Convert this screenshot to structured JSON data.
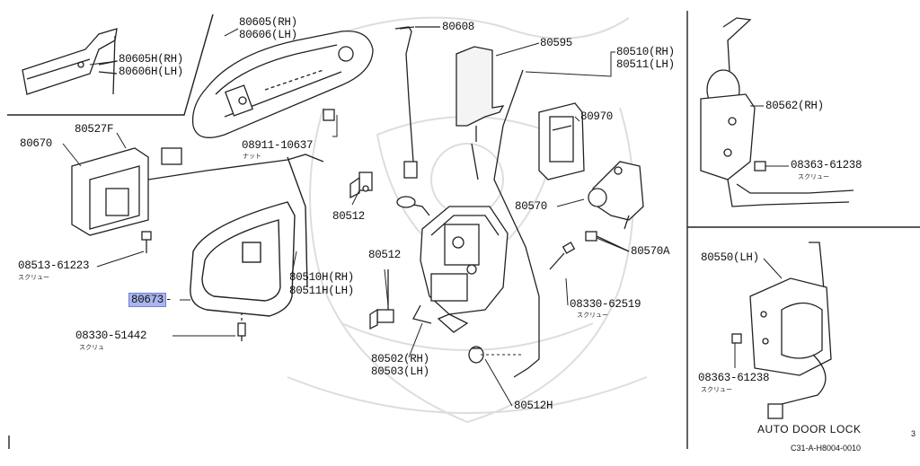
{
  "labels": {
    "p80605": "80605(RH)",
    "p80606": "80606(LH)",
    "p80605h": "80605H(RH)",
    "p80606h": "80606H(LH)",
    "p80608": "80608",
    "p80595": "80595",
    "p80510": "80510(RH)",
    "p80511": "80511(LH)",
    "p80527f": "80527F",
    "p80670": "80670",
    "p08911": "08911-10637",
    "p08911_sub": "ナット",
    "p80970": "80970",
    "p80562": "80562(RH)",
    "p08363a": "08363-61238",
    "p08363a_sub": "スクリュー",
    "p80512a": "80512",
    "p80570": "80570",
    "p80570a": "80570A",
    "p80512b": "80512",
    "p08513": "08513-61223",
    "p08513_sub": "スクリュー",
    "p80510h": "80510H(RH)",
    "p80511h": "80511H(LH)",
    "p08330a": "08330-62519",
    "p08330a_sub": "スクリュー",
    "p80550": "80550(LH)",
    "p80673": "80673",
    "p08330b": "08330-51442",
    "p08330b_sub": "スクリュ",
    "p80502": "80502(RH)",
    "p80503": "80503(LH)",
    "p08363b": "08363-61238",
    "p08363b_sub": "スクリュー",
    "p80512h": "80512H",
    "auto_door_lock": "AUTO DOOR LOCK",
    "catalog_code": "C31-A-H8004-0010",
    "edge_mark": "3"
  },
  "colors": {
    "highlight": "#a9b6ee",
    "ink": "#111111",
    "watermark": "#d9d9d9"
  }
}
